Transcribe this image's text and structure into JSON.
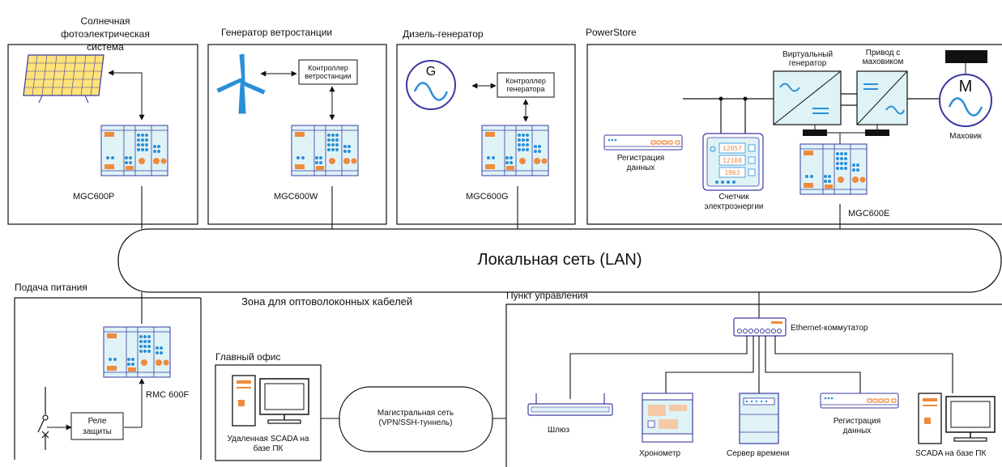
{
  "sections": {
    "solar": "Солнечная фотоэлектрическая система",
    "wind": "Генератор ветростанции",
    "diesel": "Дизель-генератор",
    "powerstore": "PowerStore",
    "power_supply": "Подача питания",
    "fiber_zone": "Зона для оптоволоконных кабелей",
    "main_office": "Главный офис",
    "control_point": "Пункт управления"
  },
  "lan": {
    "label": "Локальная сеть (LAN)"
  },
  "controllers": {
    "solar": "MGC600P",
    "wind": "MGC600W",
    "diesel": "MGC600G",
    "powerstore": "MGC600E",
    "power_supply": "RMC 600F"
  },
  "wind_controller": "Контроллер ветростанции",
  "gen_controller": "Контроллер генератора",
  "gen_symbol": "G",
  "motor_symbol": "M",
  "powerstore": {
    "virtual_gen": "Виртуальный генератор",
    "flywheel_drive": "Привод с маховиком",
    "flywheel": "Маховик",
    "data_logging": "Регистрация данных",
    "energy_meter": "Счетчик электроэнергии",
    "meter_values": [
      "12057",
      "12108",
      "1963"
    ]
  },
  "relay": "Реле защиты",
  "office": {
    "scada": "Удаленная SCADA на базе ПК",
    "backbone": "Магистральная сеть (VPN/SSH-туннель)"
  },
  "control": {
    "switch": "Ethernet-коммутатор",
    "gateway": "Шлюз",
    "chronometer": "Хронометр",
    "time_server": "Сервер времени",
    "data_logging": "Регистрация данных",
    "scada": "SCADA на базе ПК"
  }
}
